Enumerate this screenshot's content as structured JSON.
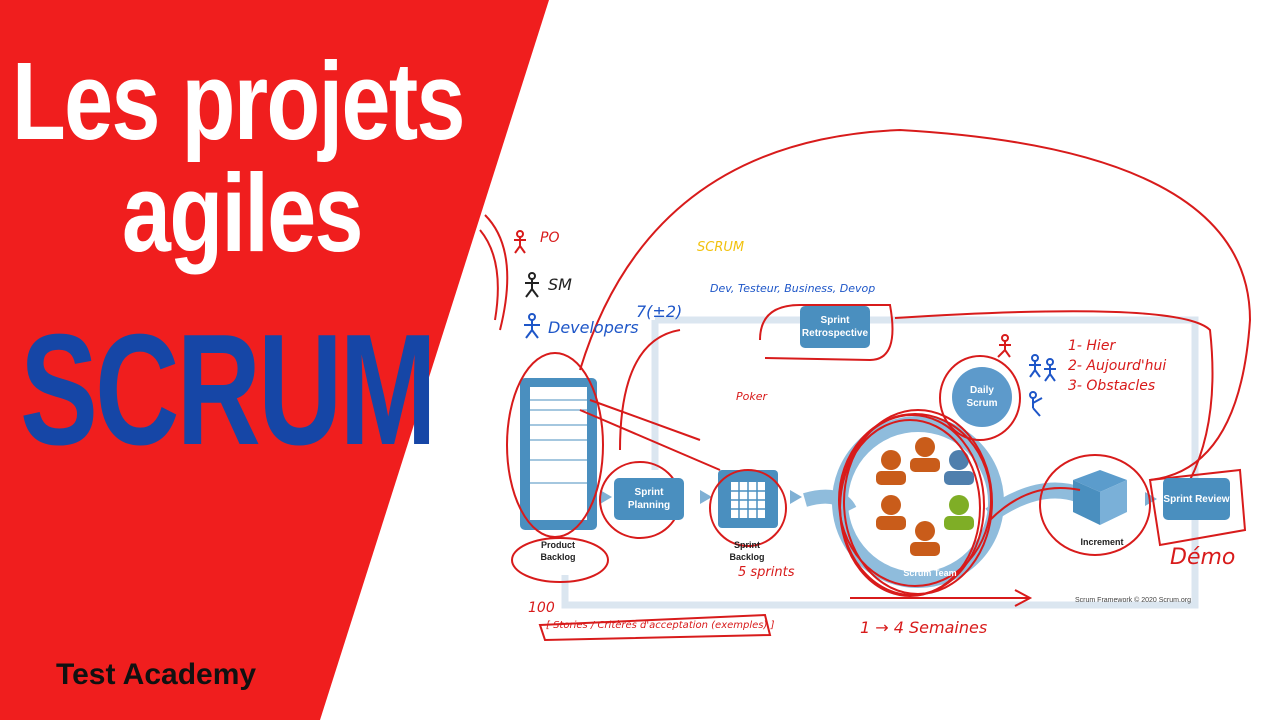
{
  "title": {
    "line1": "Les projets",
    "line2": "agiles",
    "highlight": "SCRUM"
  },
  "channel": "Test Academy",
  "diagram": {
    "boxes": {
      "sprint_retrospective": "Sprint Retrospective",
      "sprint_planning": "Sprint Planning",
      "sprint_review": "Sprint Review",
      "daily_scrum": "Daily Scrum"
    },
    "labels": {
      "product_backlog": "Product Backlog",
      "sprint_backlog": "Sprint Backlog",
      "increment": "Increment",
      "scrum_team": "Scrum Team",
      "copyright": "Scrum Framework © 2020 Scrum.org"
    },
    "annotations": {
      "scrum": "SCRUM",
      "po": "PO",
      "sm": "SM",
      "developers": "Developers",
      "team_size": "7(±2)",
      "roles": "Dev, Testeur, Business, Devop",
      "poker": "Poker",
      "daily_1": "1- Hier",
      "daily_2": "2- Aujourd'hui",
      "daily_3": "3- Obstacles",
      "sprint_length": "1 → 4 Semaines",
      "five_sprints": "5 sprints",
      "demo": "Démo",
      "hundred": "100",
      "stories": "[ Stories / Critères d'acceptation (exemples) ]"
    }
  },
  "colors": {
    "red": "#f01e1e",
    "blue": "#1646a6",
    "box": "#4a8fbf",
    "ink_red": "#d81b1b",
    "ink_blue": "#1e56c8"
  }
}
